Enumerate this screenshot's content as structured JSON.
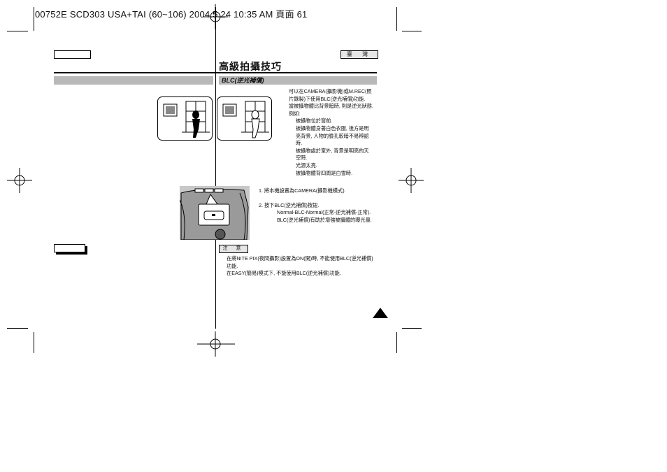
{
  "header": {
    "print_info": "00752E SCD303 USA+TAI (60~106)  2004.5.24  10:35 AM  頁面 61"
  },
  "language_tab": "臺 灣",
  "page_title": "高級拍攝技巧",
  "section_heading": "BLC(逆光補償)",
  "intro": {
    "lines": [
      "可以在CAMERA(攝影機)或M.REC(照",
      "片錄製)下使用BLC(逆光補償)功能.",
      "當被攝物體比背景暗時, 則是逆光狀態.",
      "例如:"
    ],
    "examples": [
      "被攝物位於窗前.",
      "被攝物體身著白色衣服, 後方是明",
      "亮背景, 人物的臉孔較暗不易辨認",
      "時.",
      "被攝物處於室外, 背景是明亮的天",
      "空時.",
      "光源太亮.",
      "被攝物體背四周是白雪時."
    ]
  },
  "steps": {
    "step1": "1.  將本機設置為CAMERA(攝影機模式).",
    "step2": "2.  按下BLC(逆光補償)按鈕.",
    "step2_cycle": "Normal-BLC-Normal(正常-逆光補償-正常).",
    "step2_desc": "BLC(逆光補償)有助於增強被攝體的曝光量."
  },
  "note": {
    "label": "注 意",
    "lines": [
      "在將NITE PIX(夜間攝影)設置為ON(開)時, 不能使用BLC(逆光補償)",
      "功能.",
      "在EASY(簡易)模式下, 不能使用BLC(逆光補償)功能."
    ]
  },
  "colors": {
    "band_gray": "#b9b9b9",
    "tab_gray": "#e6e6e6"
  },
  "icons": [
    "crop-mark",
    "registration-target",
    "next-page-triangle"
  ]
}
